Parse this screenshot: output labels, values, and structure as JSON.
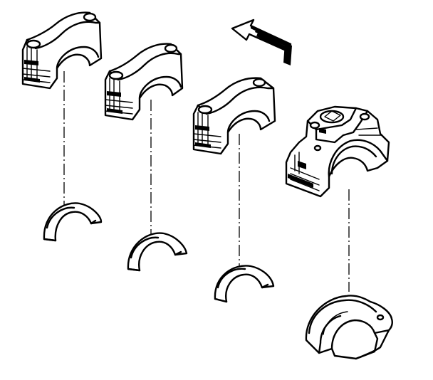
{
  "figure": {
    "kind": "exploded-view",
    "subject_icon": "crankshaft-main-bearing-caps-and-bearing-inserts",
    "direction_icon": "front-direction-arrow-icon",
    "assemblies": [
      {
        "id": "bearing-set-1",
        "cap_icon": "main-bearing-cap-icon",
        "insert_icon": "lower-bearing-insert-icon"
      },
      {
        "id": "bearing-set-2",
        "cap_icon": "main-bearing-cap-icon",
        "insert_icon": "lower-bearing-insert-icon"
      },
      {
        "id": "bearing-set-3",
        "cap_icon": "main-bearing-cap-icon",
        "insert_icon": "lower-bearing-insert-icon"
      },
      {
        "id": "bearing-set-4",
        "cap_icon": "thrust-bearing-cap-icon",
        "insert_icon": "flanged-thrust-bearing-insert-icon"
      }
    ],
    "colors": {
      "line": "#000000",
      "background": "#ffffff"
    }
  }
}
